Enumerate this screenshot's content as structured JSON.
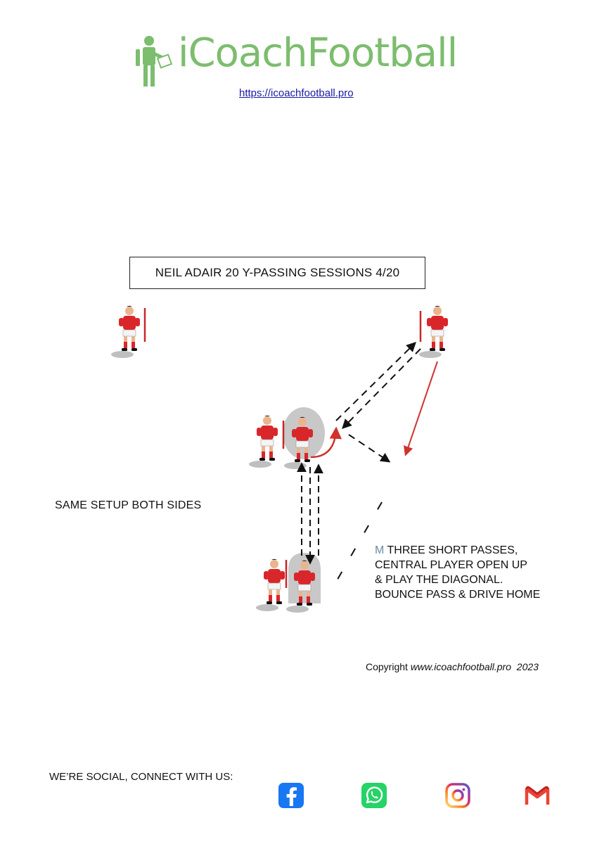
{
  "brand": {
    "name": "iCoachFootball",
    "url": "https://icoachfootball.pro",
    "color": "#7cbd6e"
  },
  "session": {
    "title": "NEIL ADAIR 20 Y-PASSING SESSIONS 4/20"
  },
  "notes": {
    "setup": "SAME SETUP BOTH SIDES",
    "marker": "M",
    "lines": [
      "THREE SHORT PASSES,",
      "CENTRAL PLAYER OPEN UP",
      "& PLAY THE DIAGONAL.",
      "BOUNCE PASS & DRIVE HOME"
    ]
  },
  "copyright": {
    "prefix": "Copyright",
    "site": "www.icoachfootball.pro",
    "year": "2023"
  },
  "social": {
    "heading": "WE’RE SOCIAL, CONNECT WITH US:",
    "icons": [
      "facebook-icon",
      "whatsapp-icon",
      "instagram-icon",
      "gmail-icon"
    ]
  },
  "colors": {
    "player_shirt": "#d9262a",
    "run_arrow": "#d0322e",
    "pass_line": "#111111",
    "zone": "#c8c8c8"
  }
}
